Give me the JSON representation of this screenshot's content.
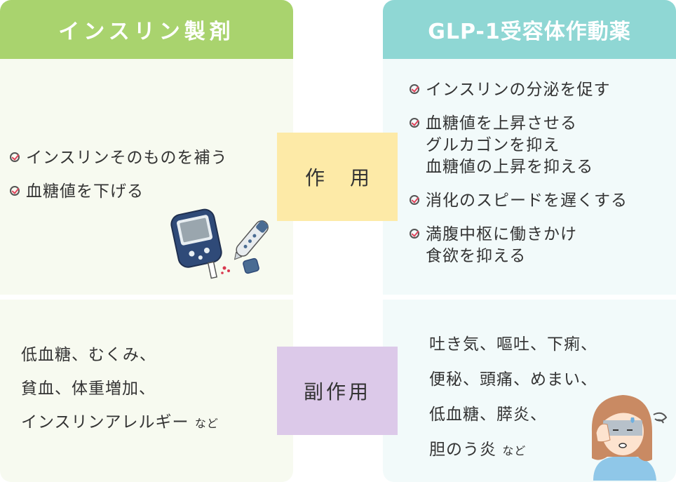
{
  "insulin": {
    "header": "インスリン製剤",
    "effects": [
      "インスリンそのものを補う",
      "血糖値を下げる"
    ],
    "side_effects": {
      "lines": [
        "低血糖、むくみ、",
        "貧血、体重増加、",
        "インスリンアレルギー"
      ],
      "suffix": "など"
    }
  },
  "glp1": {
    "header": "GLP-1受容体作動薬",
    "effects": [
      "インスリンの分泌を促す",
      "血糖値を上昇させる\nグルカゴンを抑え\n血糖値の上昇を抑える",
      "消化のスピードを遅くする",
      "満腹中枢に働きかけ\n食欲を抑える"
    ],
    "side_effects": {
      "lines": [
        "吐き気、嘔吐、下痢、",
        "便秘、頭痛、めまい、",
        "低血糖、膵炎、",
        "胆のう炎"
      ],
      "suffix": "など"
    }
  },
  "center": {
    "action_label": "作用",
    "side_effect_label": "副作用"
  },
  "colors": {
    "insulin_header": "#a9d36e",
    "glp1_header": "#8fd7d4",
    "action_box": "#fdeaa7",
    "side_effect_box": "#dcc9e9",
    "check_mark": "#e0435b"
  },
  "icons": [
    "check-circle-icon",
    "glucose-meter-illustration",
    "lancet-device-illustration",
    "dizzy-woman-illustration"
  ]
}
